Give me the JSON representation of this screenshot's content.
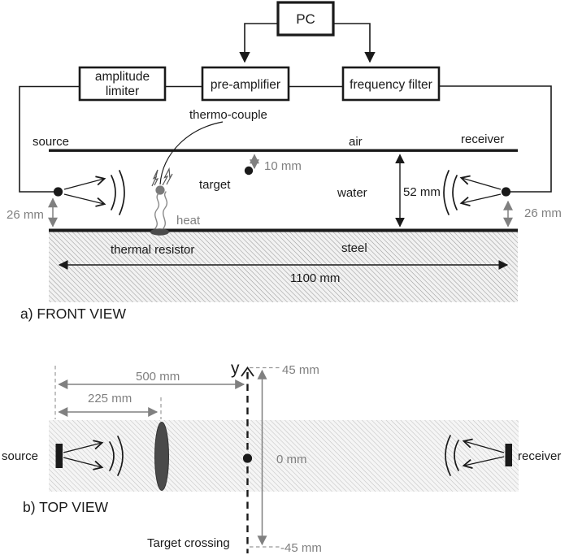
{
  "diagram": {
    "title_implicit": "ultrasonic measurement setup",
    "boxes": {
      "pc": "PC",
      "amplitude_limiter_line1": "amplitude",
      "amplitude_limiter_line2": "limiter",
      "pre_amplifier": "pre-amplifier",
      "frequency_filter": "frequency filter"
    },
    "front_view": {
      "caption": "a) FRONT VIEW",
      "labels": {
        "source": "source",
        "air": "air",
        "receiver": "receiver",
        "water": "water",
        "steel": "steel",
        "target": "target",
        "heat": "heat",
        "thermo_couple": "thermo-couple",
        "thermal_resistor": "thermal resistor"
      },
      "dimensions": {
        "target_depth": "10 mm",
        "water_depth": "52 mm",
        "source_height": "26 mm",
        "receiver_height": "26 mm",
        "tank_length": "1100 mm"
      }
    },
    "top_view": {
      "caption": "b) TOP VIEW",
      "labels": {
        "source": "source",
        "receiver": "receiver",
        "target_crossing": "Target crossing",
        "y_axis": "y"
      },
      "dimensions": {
        "source_to_crossing": "500 mm",
        "source_to_lens": "225 mm",
        "y_max": "45 mm",
        "y_zero": "0 mm",
        "y_min": "-45 mm"
      }
    },
    "colors": {
      "ink": "#1a1a1a",
      "dimension_gray": "#808080",
      "component_fill": "#4a4a4a",
      "thermocouple_fill": "#7a7a7a",
      "hatch_front": "#9a9a9a",
      "hatch_top": "#c2c2c2"
    }
  }
}
